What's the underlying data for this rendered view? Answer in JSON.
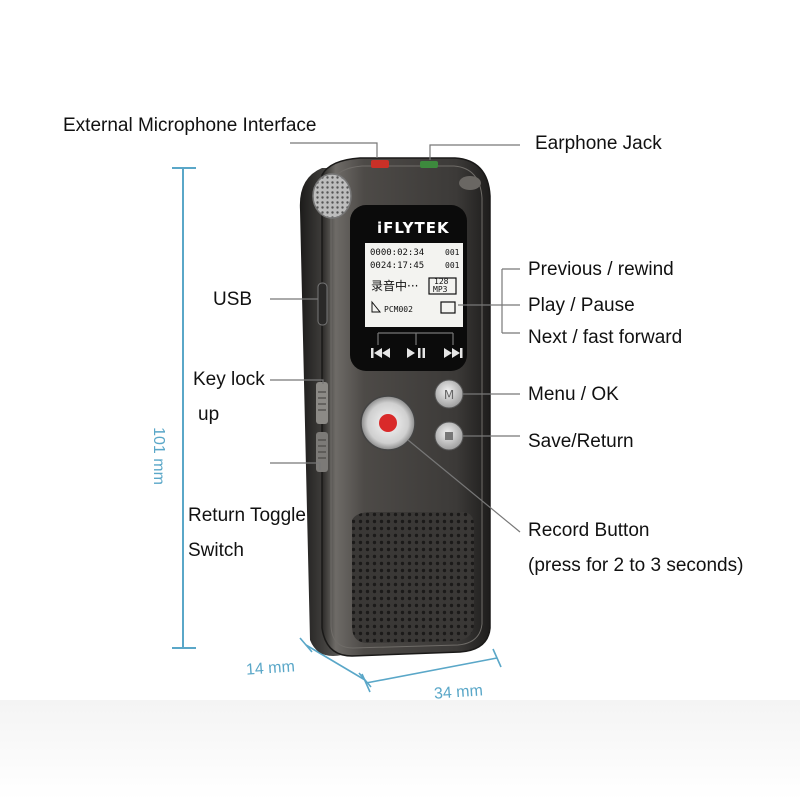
{
  "brand": "iFLYTEK",
  "screen": {
    "time_elapsed": "0000:02:34",
    "time_total": "0024:17:45",
    "file_no_top": "001",
    "file_no_bottom": "001",
    "status": "录音中···",
    "bitrate": "128",
    "format": "MP3",
    "folder": "PCM002"
  },
  "labels": {
    "external_mic": "External Microphone Interface",
    "earphone": "Earphone Jack",
    "usb": "USB",
    "previous": "Previous / rewind",
    "play_pause": "Play / Pause",
    "next": "Next / fast forward",
    "menu_ok": "Menu / OK",
    "save_return": "Save/Return",
    "key_lock_1": "Key lock",
    "key_lock_2": "up",
    "return_toggle_1": "Return Toggle",
    "return_toggle_2": "Switch",
    "record_1": "Record Button",
    "record_2": "(press for 2 to 3 seconds)"
  },
  "dimensions": {
    "height": "101 mm",
    "depth": "14 mm",
    "width": "34 mm"
  },
  "colors": {
    "dimension_lines": "#5aa7c8",
    "record_button": "#d92a2a",
    "body": "#4a4845"
  }
}
